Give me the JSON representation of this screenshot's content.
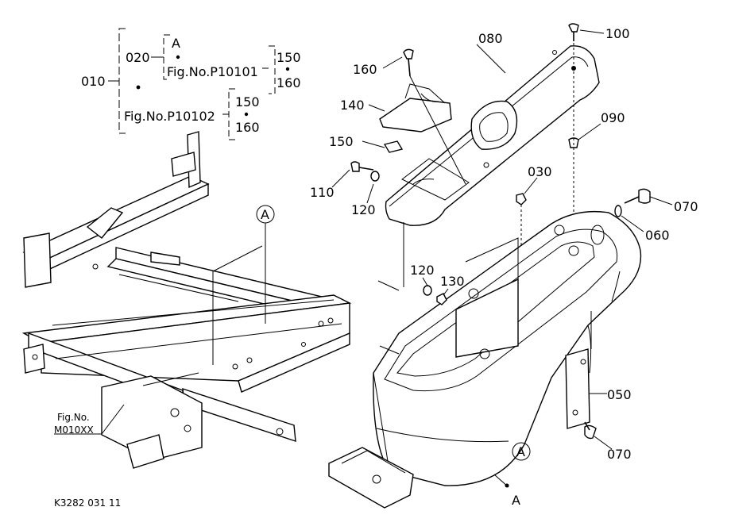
{
  "index": {
    "main": "010",
    "sub": "020",
    "ref_letter": "A",
    "fig_top": "Fig.No.P10101",
    "fig_bottom": "Fig.No.P10102",
    "opt_top_a": "150",
    "opt_top_b": "160",
    "opt_bottom_a": "150",
    "opt_bottom_b": "160"
  },
  "callouts": {
    "p030": "030",
    "p050": "050",
    "p060": "060",
    "p070_top": "070",
    "p070_bottom": "070",
    "p080": "080",
    "p090": "090",
    "p100": "100",
    "p110": "110",
    "p120_top": "120",
    "p120_mid": "120",
    "p130": "130",
    "p140": "140",
    "p150": "150",
    "p160": "160"
  },
  "refs": {
    "circle_frame": "A",
    "circle_body": "A",
    "point_a": "A"
  },
  "fig_ref": {
    "line1": "Fig.No.",
    "line2": "M010XX"
  },
  "drawing_code": "K3282 031 11"
}
